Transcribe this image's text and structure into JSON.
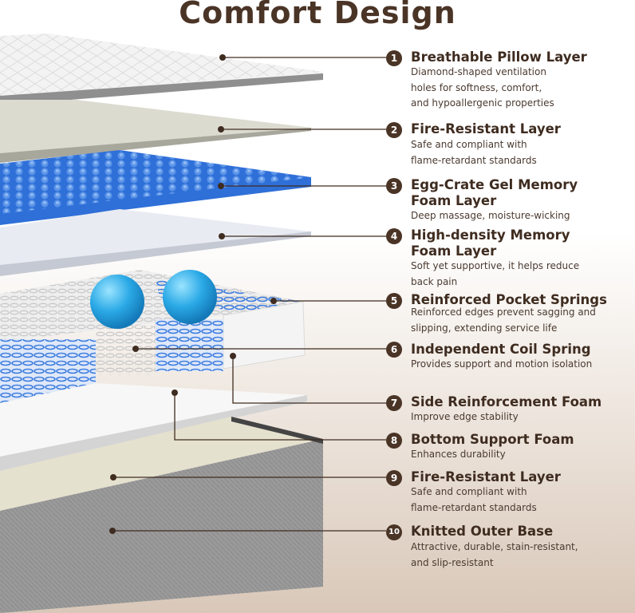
{
  "title": "Comfort Design",
  "layers": [
    {
      "num": "1",
      "title_lines": [
        "Breathable Pillow Layer"
      ],
      "desc_lines": [
        "Diamond-shaped ventilation",
        "holes for softness, comfort,",
        " and hypoallergenic properties"
      ]
    },
    {
      "num": "2",
      "title_lines": [
        "Fire-Resistant Layer"
      ],
      "desc_lines": [
        "Safe and compliant with",
        "flame-retardant standards"
      ]
    },
    {
      "num": "3",
      "title_lines": [
        "Egg-Crate Gel Memory",
        "Foam Layer"
      ],
      "desc_lines": [
        "Deep massage, moisture-wicking"
      ]
    },
    {
      "num": "4",
      "title_lines": [
        "High-density Memory",
        "Foam Layer"
      ],
      "desc_lines": [
        "Soft yet supportive, it helps reduce",
        " back pain"
      ]
    },
    {
      "num": "5",
      "title_lines": [
        "Reinforced Pocket Springs"
      ],
      "desc_lines": [
        "Reinforced edges prevent sagging and",
        "slipping, extending service life"
      ]
    },
    {
      "num": "6",
      "title_lines": [
        "Independent Coil Spring"
      ],
      "desc_lines": [
        "Provides support and motion isolation"
      ]
    },
    {
      "num": "7",
      "title_lines": [
        "Side Reinforcement Foam"
      ],
      "desc_lines": [
        "Improve edge stability"
      ]
    },
    {
      "num": "8",
      "title_lines": [
        "Bottom Support Foam"
      ],
      "desc_lines": [
        "Enhances durability"
      ]
    },
    {
      "num": "9",
      "title_lines": [
        "Fire-Resistant Layer"
      ],
      "desc_lines": [
        "Safe and compliant with",
        "flame-retardant standards"
      ]
    },
    {
      "num": "10",
      "title_lines": [
        "Knitted Outer Base"
      ],
      "desc_lines": [
        "Attractive, durable, stain-resistant,",
        "and slip-resistant"
      ]
    }
  ]
}
